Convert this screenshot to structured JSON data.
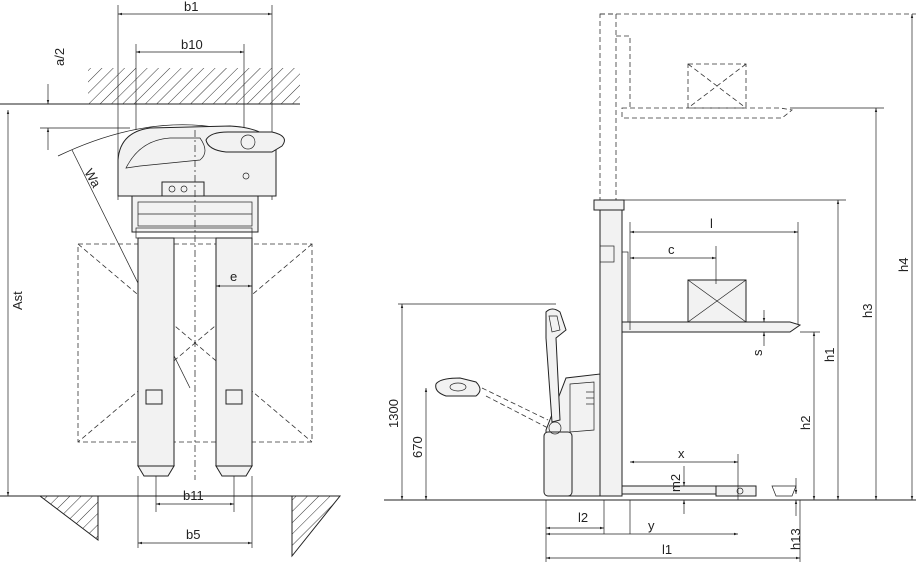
{
  "labels": {
    "b1": "b1",
    "b10": "b10",
    "a2": "a/2",
    "wa": "Wa",
    "ast": "Ast",
    "e": "e",
    "b11": "b11",
    "b5": "b5",
    "l": "l",
    "c": "c",
    "s": "s",
    "x": "x",
    "m2": "m2",
    "l2": "l2",
    "y": "y",
    "l1": "l1",
    "h13": "h13",
    "h2": "h2",
    "h1": "h1",
    "h3": "h3",
    "h4": "h4",
    "d1300": "1300",
    "d670": "670"
  }
}
